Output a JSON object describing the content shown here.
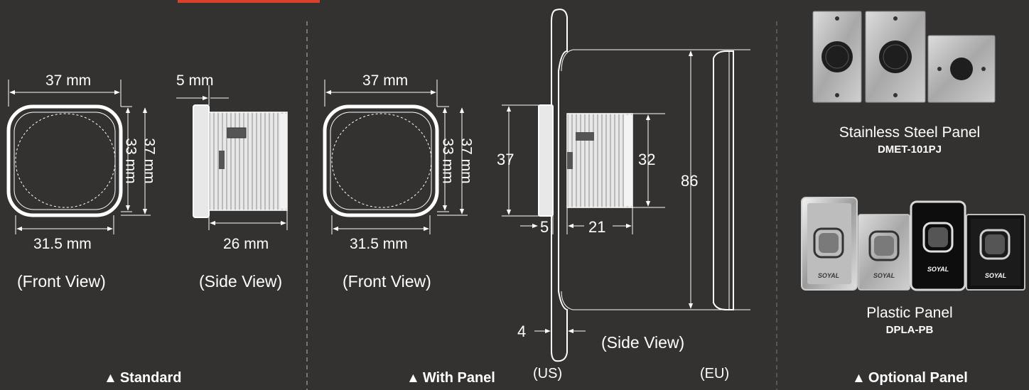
{
  "sections": {
    "standard": {
      "title": "Standard",
      "front_width": "37 mm",
      "front_height_outer": "37 mm",
      "front_height_inner": "33 mm",
      "front_inner_width": "31.5 mm",
      "front_caption": "(Front View)",
      "side_flange": "5 mm",
      "side_length": "26 mm",
      "side_caption": "(Side View)"
    },
    "with_panel": {
      "title": "With Panel",
      "front_width": "37 mm",
      "front_height_outer": "37 mm",
      "front_height_inner": "33 mm",
      "front_inner_width": "31.5 mm",
      "front_caption": "(Front View)",
      "side_flange_height": "37",
      "side_body_height": "32",
      "side_panel_height": "86",
      "side_flange_depth": "5",
      "side_body_depth": "21",
      "side_panel_thickness": "4",
      "side_caption": "(Side View)",
      "region_us": "(US)",
      "region_eu": "(EU)"
    },
    "optional": {
      "title": "Optional Panel",
      "steel_name": "Stainless Steel Panel",
      "steel_model": "DMET-101PJ",
      "plastic_name": "Plastic Panel",
      "plastic_model": "DPLA-PB",
      "brand_mark": "SOYAL"
    }
  },
  "triangle_glyph": "▲",
  "colors": {
    "background": "#333231",
    "line": "#ffffff",
    "accent": "#d9412b",
    "divider": "#9a9a9a"
  }
}
